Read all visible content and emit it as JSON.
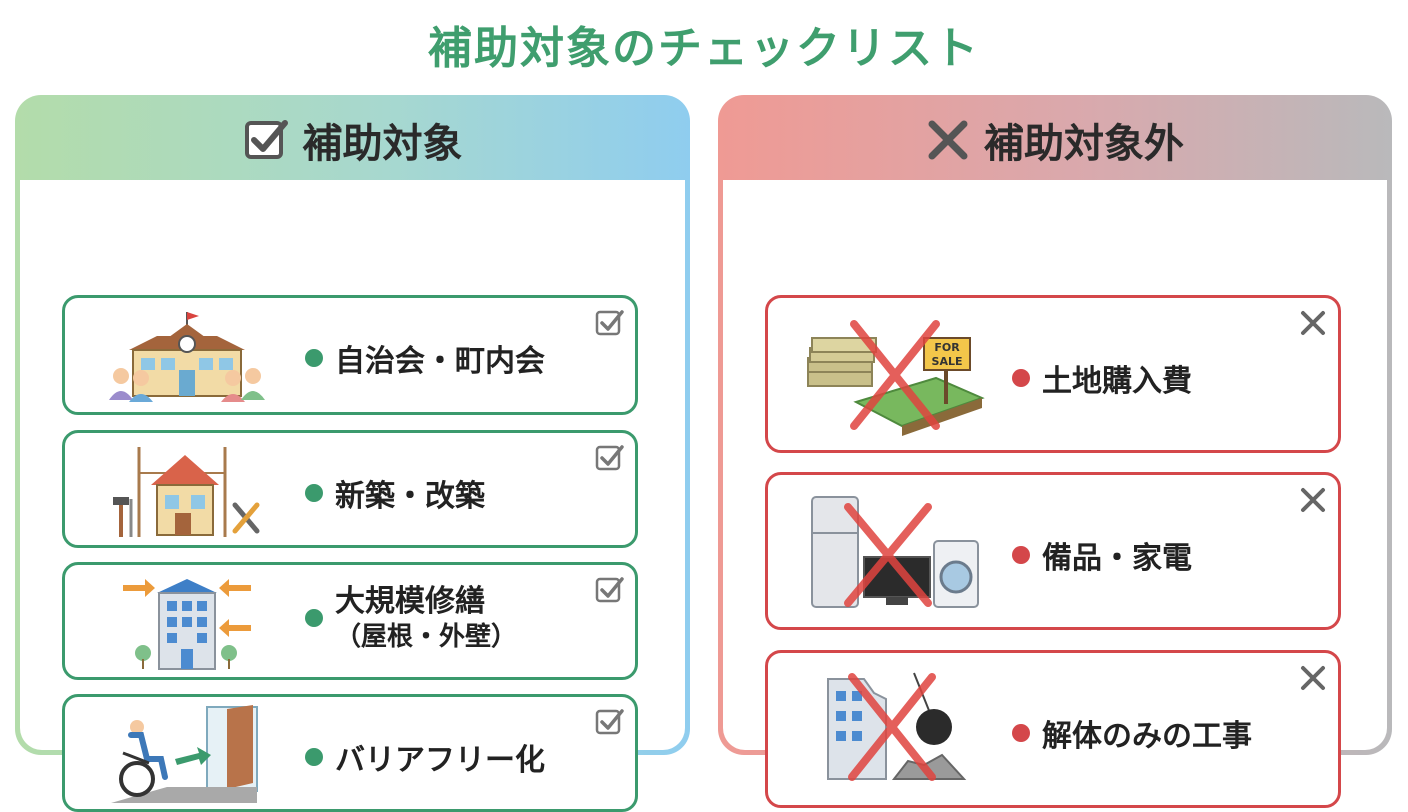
{
  "title": "補助対象のチェックリスト",
  "eligible": {
    "heading": "補助対象",
    "items": [
      {
        "label": "自治会・町内会",
        "icon": "community-hall-icon"
      },
      {
        "label": "新築・改築",
        "icon": "house-construction-icon"
      },
      {
        "label": "大規模修繕",
        "sublabel": "（屋根・外壁）",
        "icon": "building-renovation-icon"
      },
      {
        "label": "バリアフリー化",
        "icon": "wheelchair-ramp-icon"
      }
    ]
  },
  "ineligible": {
    "heading": "補助対象外",
    "items": [
      {
        "label": "土地購入費",
        "icon": "land-purchase-icon",
        "sign": "FOR SALE"
      },
      {
        "label": "備品・家電",
        "icon": "appliances-icon"
      },
      {
        "label": "解体のみの工事",
        "icon": "demolition-icon"
      }
    ]
  },
  "colors": {
    "title_green": "#3f9e6e",
    "eligible_border": "#3b9a6d",
    "ineligible_border": "#d4474a",
    "cross_red": "#e0443f"
  }
}
